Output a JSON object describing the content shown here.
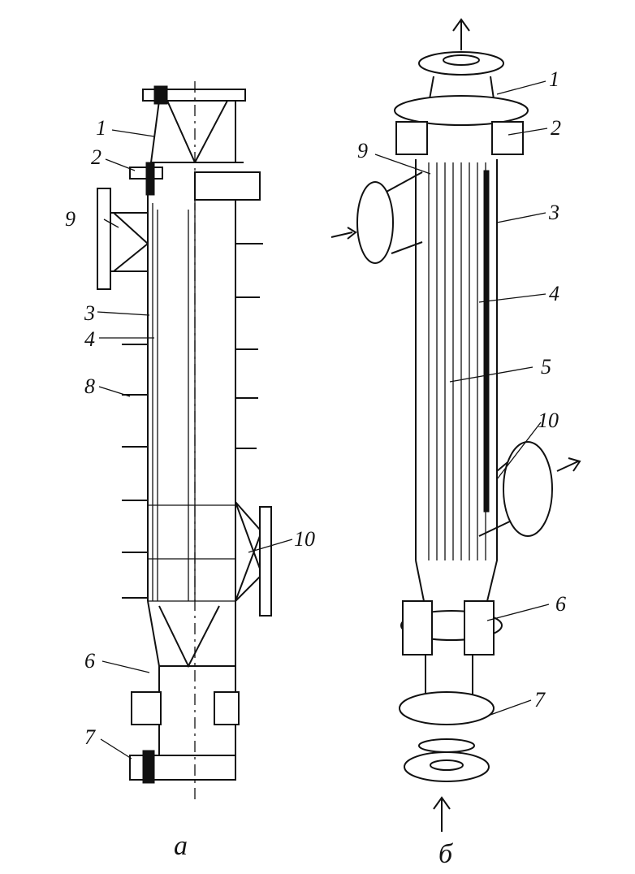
{
  "figure_a": {
    "caption": "а",
    "labels": [
      "1",
      "2",
      "9",
      "3",
      "4",
      "8",
      "10",
      "6",
      "7"
    ]
  },
  "figure_b": {
    "caption": "б",
    "labels": [
      "1",
      "2",
      "9",
      "3",
      "4",
      "5",
      "10",
      "6",
      "7"
    ]
  }
}
